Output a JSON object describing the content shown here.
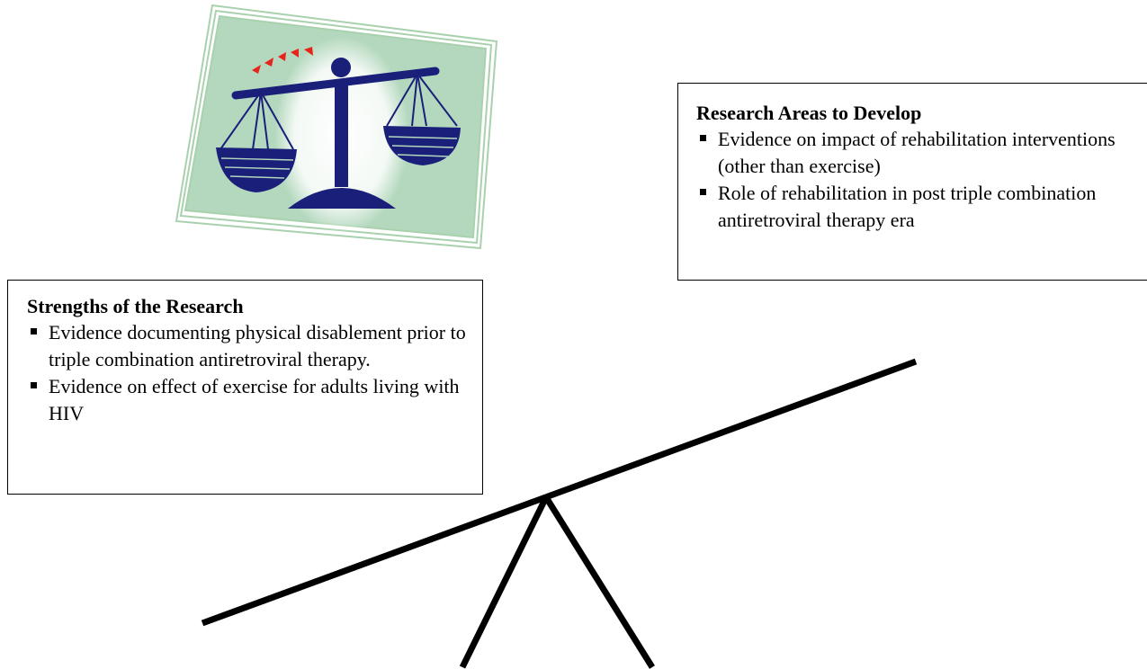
{
  "areas_box": {
    "title": "Research Areas to Develop",
    "items": [
      "Evidence on impact of rehabilitation interventions (other than exercise)",
      "Role of rehabilitation in post triple combination antiretroviral therapy era"
    ]
  },
  "strengths_box": {
    "title": "Strengths of the Research",
    "items": [
      "Evidence documenting physical disablement prior to triple combination antiretroviral therapy.",
      "Evidence on effect of exercise for adults living with HIV"
    ]
  },
  "clipart": {
    "icon": "balance-scale-icon",
    "frame_color": "#a9d1ae",
    "fill_color": "#b3d8bd",
    "scale_color": "#1a1f7a",
    "arrow_color": "#e8231c"
  }
}
